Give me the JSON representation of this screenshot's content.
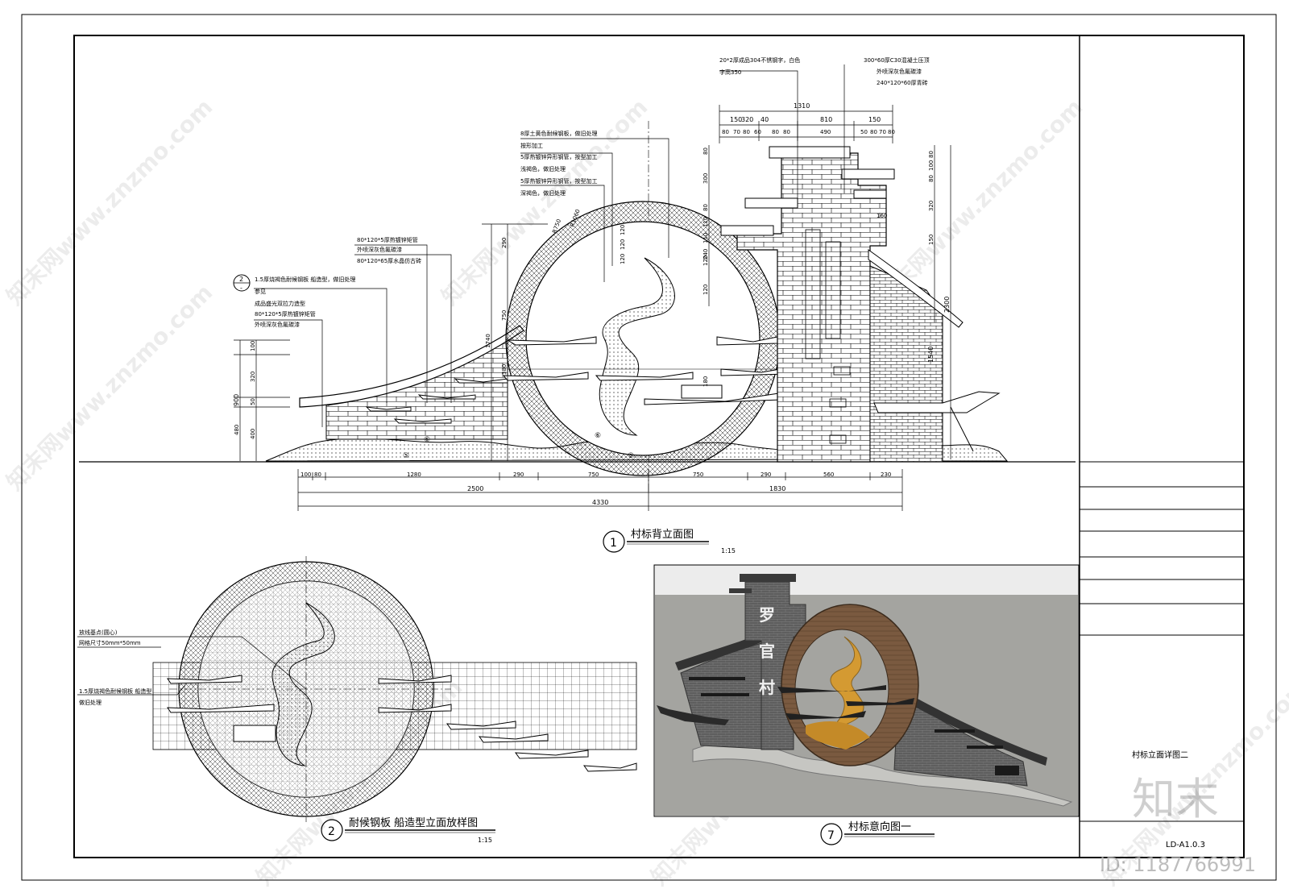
{
  "sheet": {
    "title_block_name": "村标立面详图二",
    "drawing_number": "LD-A1.0.3",
    "brand_logo_text": "知末",
    "id_text": "ID: 1187766991",
    "watermark_text": "知末网www.znzmo.com"
  },
  "view1": {
    "number": "1",
    "title": "村标背立面图",
    "scale": "1:15",
    "callouts_left": [
      "1.5厚烧褐色耐候钢板 船造型，做旧处理",
      "参见",
      "成品盛光双拉力造型",
      "80*120*5厚热镀锌矩管",
      "外喷深灰色氟碳漆"
    ],
    "callout_ref_num": "2",
    "callout_ref_sub": "-",
    "callouts_mid": [
      "80*120*5厚热镀锌矩管",
      "外喷深灰色氟碳漆",
      "80*120*65厚水晶仿古砖"
    ],
    "callouts_top": [
      "8厚土黄色耐候钢板，做旧处理",
      "按形加工",
      "5厚热镀锌异形钢管，按型加工",
      "浅褐色，做旧处理",
      "5厚热镀锌异形钢管，按型加工",
      "深褐色，做旧处理"
    ],
    "callouts_right_a": [
      "20*2厚成品304不锈钢字，白色",
      "字高350"
    ],
    "callouts_right_b": [
      "300*60厚C30混凝土压顶",
      "外喷深灰色氟碳漆",
      "240*120*60厚青砖"
    ],
    "dims_bottom_row1": [
      "100",
      "80",
      "1280",
      "290",
      "750",
      "750",
      "290",
      "560",
      "230"
    ],
    "dims_bottom_row2": [
      "2500",
      "1830"
    ],
    "dims_bottom_total": "4330",
    "dims_top_row1": [
      "150",
      "320",
      "40",
      "810",
      "150"
    ],
    "dims_top_row2": [
      "80",
      "70",
      "80",
      "60",
      "80",
      "80",
      "490",
      "50",
      "80",
      "70",
      "80"
    ],
    "dims_top_total": "1310",
    "dims_left_small": [
      "100",
      "320",
      "50",
      "400"
    ],
    "dims_left_total": "900",
    "dims_left_sub": "480",
    "dims_mid_vertical": [
      "290",
      "750",
      "1740",
      "380"
    ],
    "dims_ring": [
      "120",
      "120",
      "120",
      "120",
      "240",
      "120",
      "180"
    ],
    "radius_labels": [
      "R750",
      "R1060"
    ],
    "dims_tower_left": [
      "80",
      "300",
      "80",
      "110",
      "110"
    ],
    "dims_tower_right": [
      "80",
      "100",
      "80",
      "320",
      "150"
    ],
    "dims_tower_height": "2300",
    "dims_right_wall": "1540",
    "dim_small_160": "160",
    "grid_marks": [
      "⑤",
      "⑤",
      "⑥",
      "⑥"
    ]
  },
  "view2": {
    "number": "2",
    "title": "耐候钢板 船造型立面放样图",
    "scale": "1:15",
    "callouts": [
      "放线基点(圆心)",
      "网格尺寸50mm*50mm",
      "1.5厚烧褐色耐候钢板 船造型",
      "做旧处理"
    ]
  },
  "view7": {
    "number": "7",
    "title": "村标意向图一",
    "sign_chars": [
      "罗",
      "官",
      "村"
    ]
  },
  "colors": {
    "line": "#000000",
    "render_sky": "#e6e6e6",
    "render_ground": "#9a9a96",
    "ring_rust": "#7a5a40",
    "flame_gold": "#d49a32",
    "brick_grey": "#6a6a6a",
    "roof_dark": "#333333"
  }
}
